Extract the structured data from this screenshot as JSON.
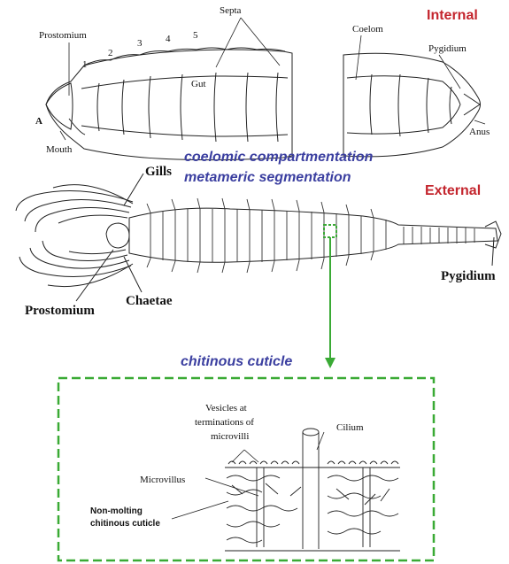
{
  "headings": {
    "internal": "Internal",
    "external": "External"
  },
  "concepts": {
    "coelomic": "coelomic compartmentation",
    "metameric": "metameric segmentation",
    "chitinous": "chitinous cuticle"
  },
  "internal_labels": {
    "septa": "Septa",
    "prostomium": "Prostomium",
    "coelom": "Coelom",
    "pygidium": "Pygidium",
    "gut": "Gut",
    "n1": "1",
    "n2": "2",
    "n3": "3",
    "n4": "4",
    "n5": "5",
    "figure_letter": "A",
    "mouth": "Mouth",
    "anus": "Anus"
  },
  "external_labels": {
    "gills": "Gills",
    "prostomium": "Prostomium",
    "chaetae": "Chaetae",
    "pygidium": "Pygidium"
  },
  "cuticle_labels": {
    "vesicles_1": "Vesicles at",
    "vesicles_2": "terminations of",
    "vesicles_3": "microvilli",
    "cilium": "Cilium",
    "microvillus": "Microvillus",
    "nonmolting_1": "Non-molting",
    "nonmolting_2": "chitinous cuticle"
  },
  "colors": {
    "heading_red": "#c4262e",
    "concept_blue": "#3b3fa0",
    "callout_green": "#3aaa35"
  }
}
